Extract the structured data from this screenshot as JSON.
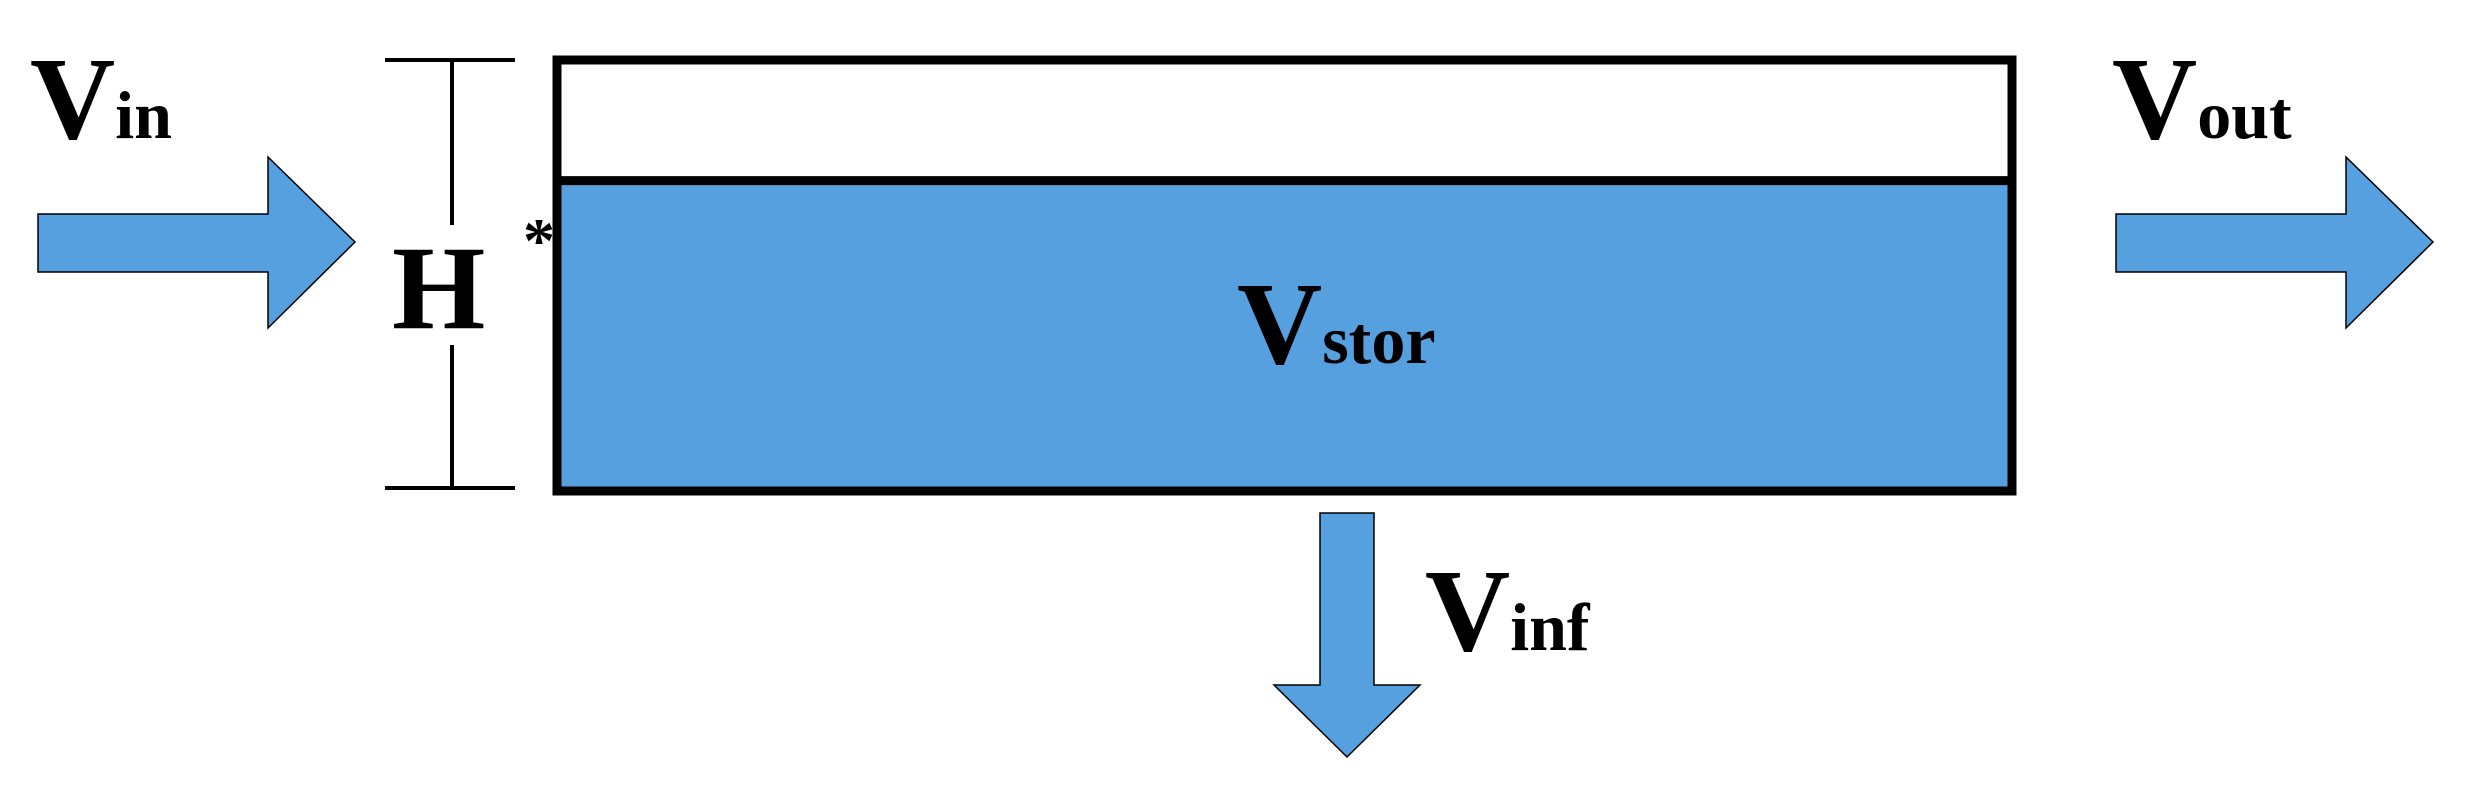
{
  "labels": {
    "inflow": {
      "main": "V",
      "sub": "in"
    },
    "outflow": {
      "main": "V",
      "sub": "out"
    },
    "storage": {
      "main": "V",
      "sub": "stor"
    },
    "infiltration": {
      "main": "V",
      "sub": "inf"
    },
    "height": {
      "main": "H",
      "sup": "*"
    }
  },
  "colors": {
    "water": "#56A0DF",
    "outline": "#000000",
    "background": "#FFFFFF"
  },
  "water_level_fraction": 0.72
}
